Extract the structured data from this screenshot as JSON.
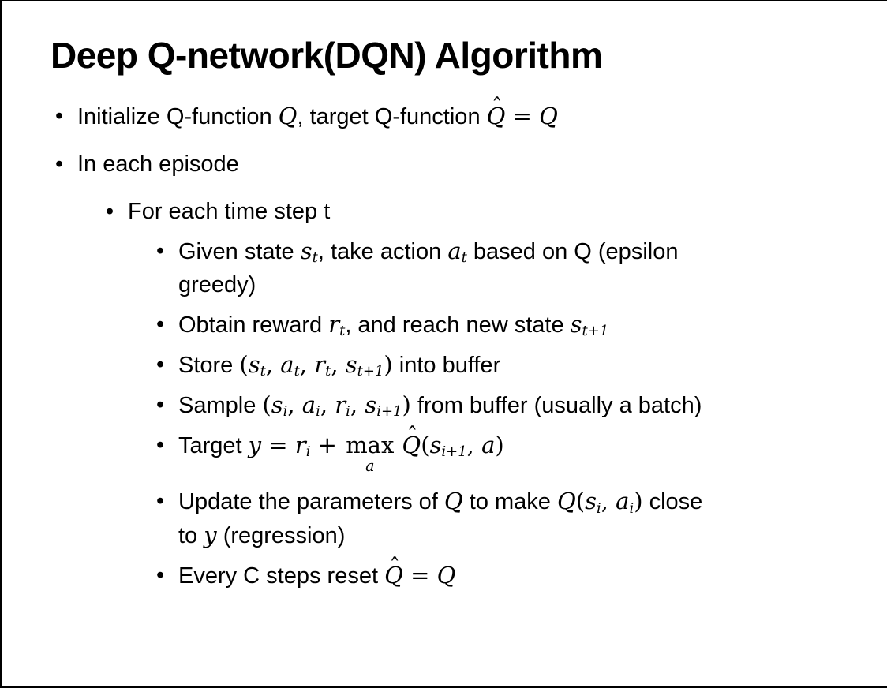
{
  "slide": {
    "title": "Deep Q-network(DQN) Algorithm"
  },
  "bullet_char": "•",
  "math": {
    "hat_char": "ˆ"
  },
  "bullets": [
    {
      "level": 1,
      "segments": [
        {
          "t": "Initialize Q-function "
        },
        {
          "v": "Q"
        },
        {
          "t": ", target Q-function "
        },
        {
          "hat": "Q"
        },
        {
          "m": " = "
        },
        {
          "v": "Q"
        }
      ]
    },
    {
      "level": 1,
      "segments": [
        {
          "t": "In each episode"
        }
      ]
    },
    {
      "level": 2,
      "segments": [
        {
          "t": "For each time step t"
        }
      ]
    },
    {
      "level": 3,
      "segments": [
        {
          "t": "Given state "
        },
        {
          "v": "s",
          "sub": "t"
        },
        {
          "t": ", take action "
        },
        {
          "v": "a",
          "sub": "t"
        },
        {
          "t": " based on Q (epsilon"
        },
        {
          "br": true
        },
        {
          "t": "greedy)"
        }
      ]
    },
    {
      "level": 3,
      "segments": [
        {
          "t": "Obtain reward "
        },
        {
          "v": "r",
          "sub": "t"
        },
        {
          "t": ", and reach new state "
        },
        {
          "v": "s",
          "sub": "t+1"
        }
      ]
    },
    {
      "level": 3,
      "segments": [
        {
          "t": "Store "
        },
        {
          "m": "("
        },
        {
          "v": "s",
          "sub": "t"
        },
        {
          "m": ", "
        },
        {
          "v": "a",
          "sub": "t"
        },
        {
          "m": ", "
        },
        {
          "v": "r",
          "sub": "t"
        },
        {
          "m": ", "
        },
        {
          "v": "s",
          "sub": "t+1"
        },
        {
          "m": ")"
        },
        {
          "t": " into buffer"
        }
      ]
    },
    {
      "level": 3,
      "segments": [
        {
          "t": "Sample "
        },
        {
          "m": "("
        },
        {
          "v": "s",
          "sub": "i"
        },
        {
          "m": ", "
        },
        {
          "v": "a",
          "sub": "i"
        },
        {
          "m": ", "
        },
        {
          "v": "r",
          "sub": "i"
        },
        {
          "m": ", "
        },
        {
          "v": "s",
          "sub": "i+1"
        },
        {
          "m": ")"
        },
        {
          "t": " from buffer (usually a batch)"
        }
      ]
    },
    {
      "level": 3,
      "extra_gap": true,
      "segments": [
        {
          "t": "Target "
        },
        {
          "v": "y"
        },
        {
          "m": " = "
        },
        {
          "v": "r",
          "sub": "i"
        },
        {
          "m": " + "
        },
        {
          "munder": {
            "top": "max",
            "bottom": "a"
          }
        },
        {
          "t": " "
        },
        {
          "hat": "Q"
        },
        {
          "m": "("
        },
        {
          "v": "s",
          "sub": "i+1"
        },
        {
          "m": ", "
        },
        {
          "v": "a"
        },
        {
          "m": ")"
        }
      ]
    },
    {
      "level": 3,
      "segments": [
        {
          "t": "Update the parameters of "
        },
        {
          "v": "Q"
        },
        {
          "t": " to make "
        },
        {
          "v": "Q"
        },
        {
          "m": "("
        },
        {
          "v": "s",
          "sub": "i"
        },
        {
          "m": ", "
        },
        {
          "v": "a",
          "sub": "i"
        },
        {
          "m": ")"
        },
        {
          "t": " close"
        },
        {
          "br": true
        },
        {
          "t": "to "
        },
        {
          "v": "y"
        },
        {
          "t": " (regression)"
        }
      ]
    },
    {
      "level": 3,
      "segments": [
        {
          "t": "Every C steps reset "
        },
        {
          "hat": "Q"
        },
        {
          "m": " = "
        },
        {
          "v": "Q"
        }
      ]
    }
  ]
}
